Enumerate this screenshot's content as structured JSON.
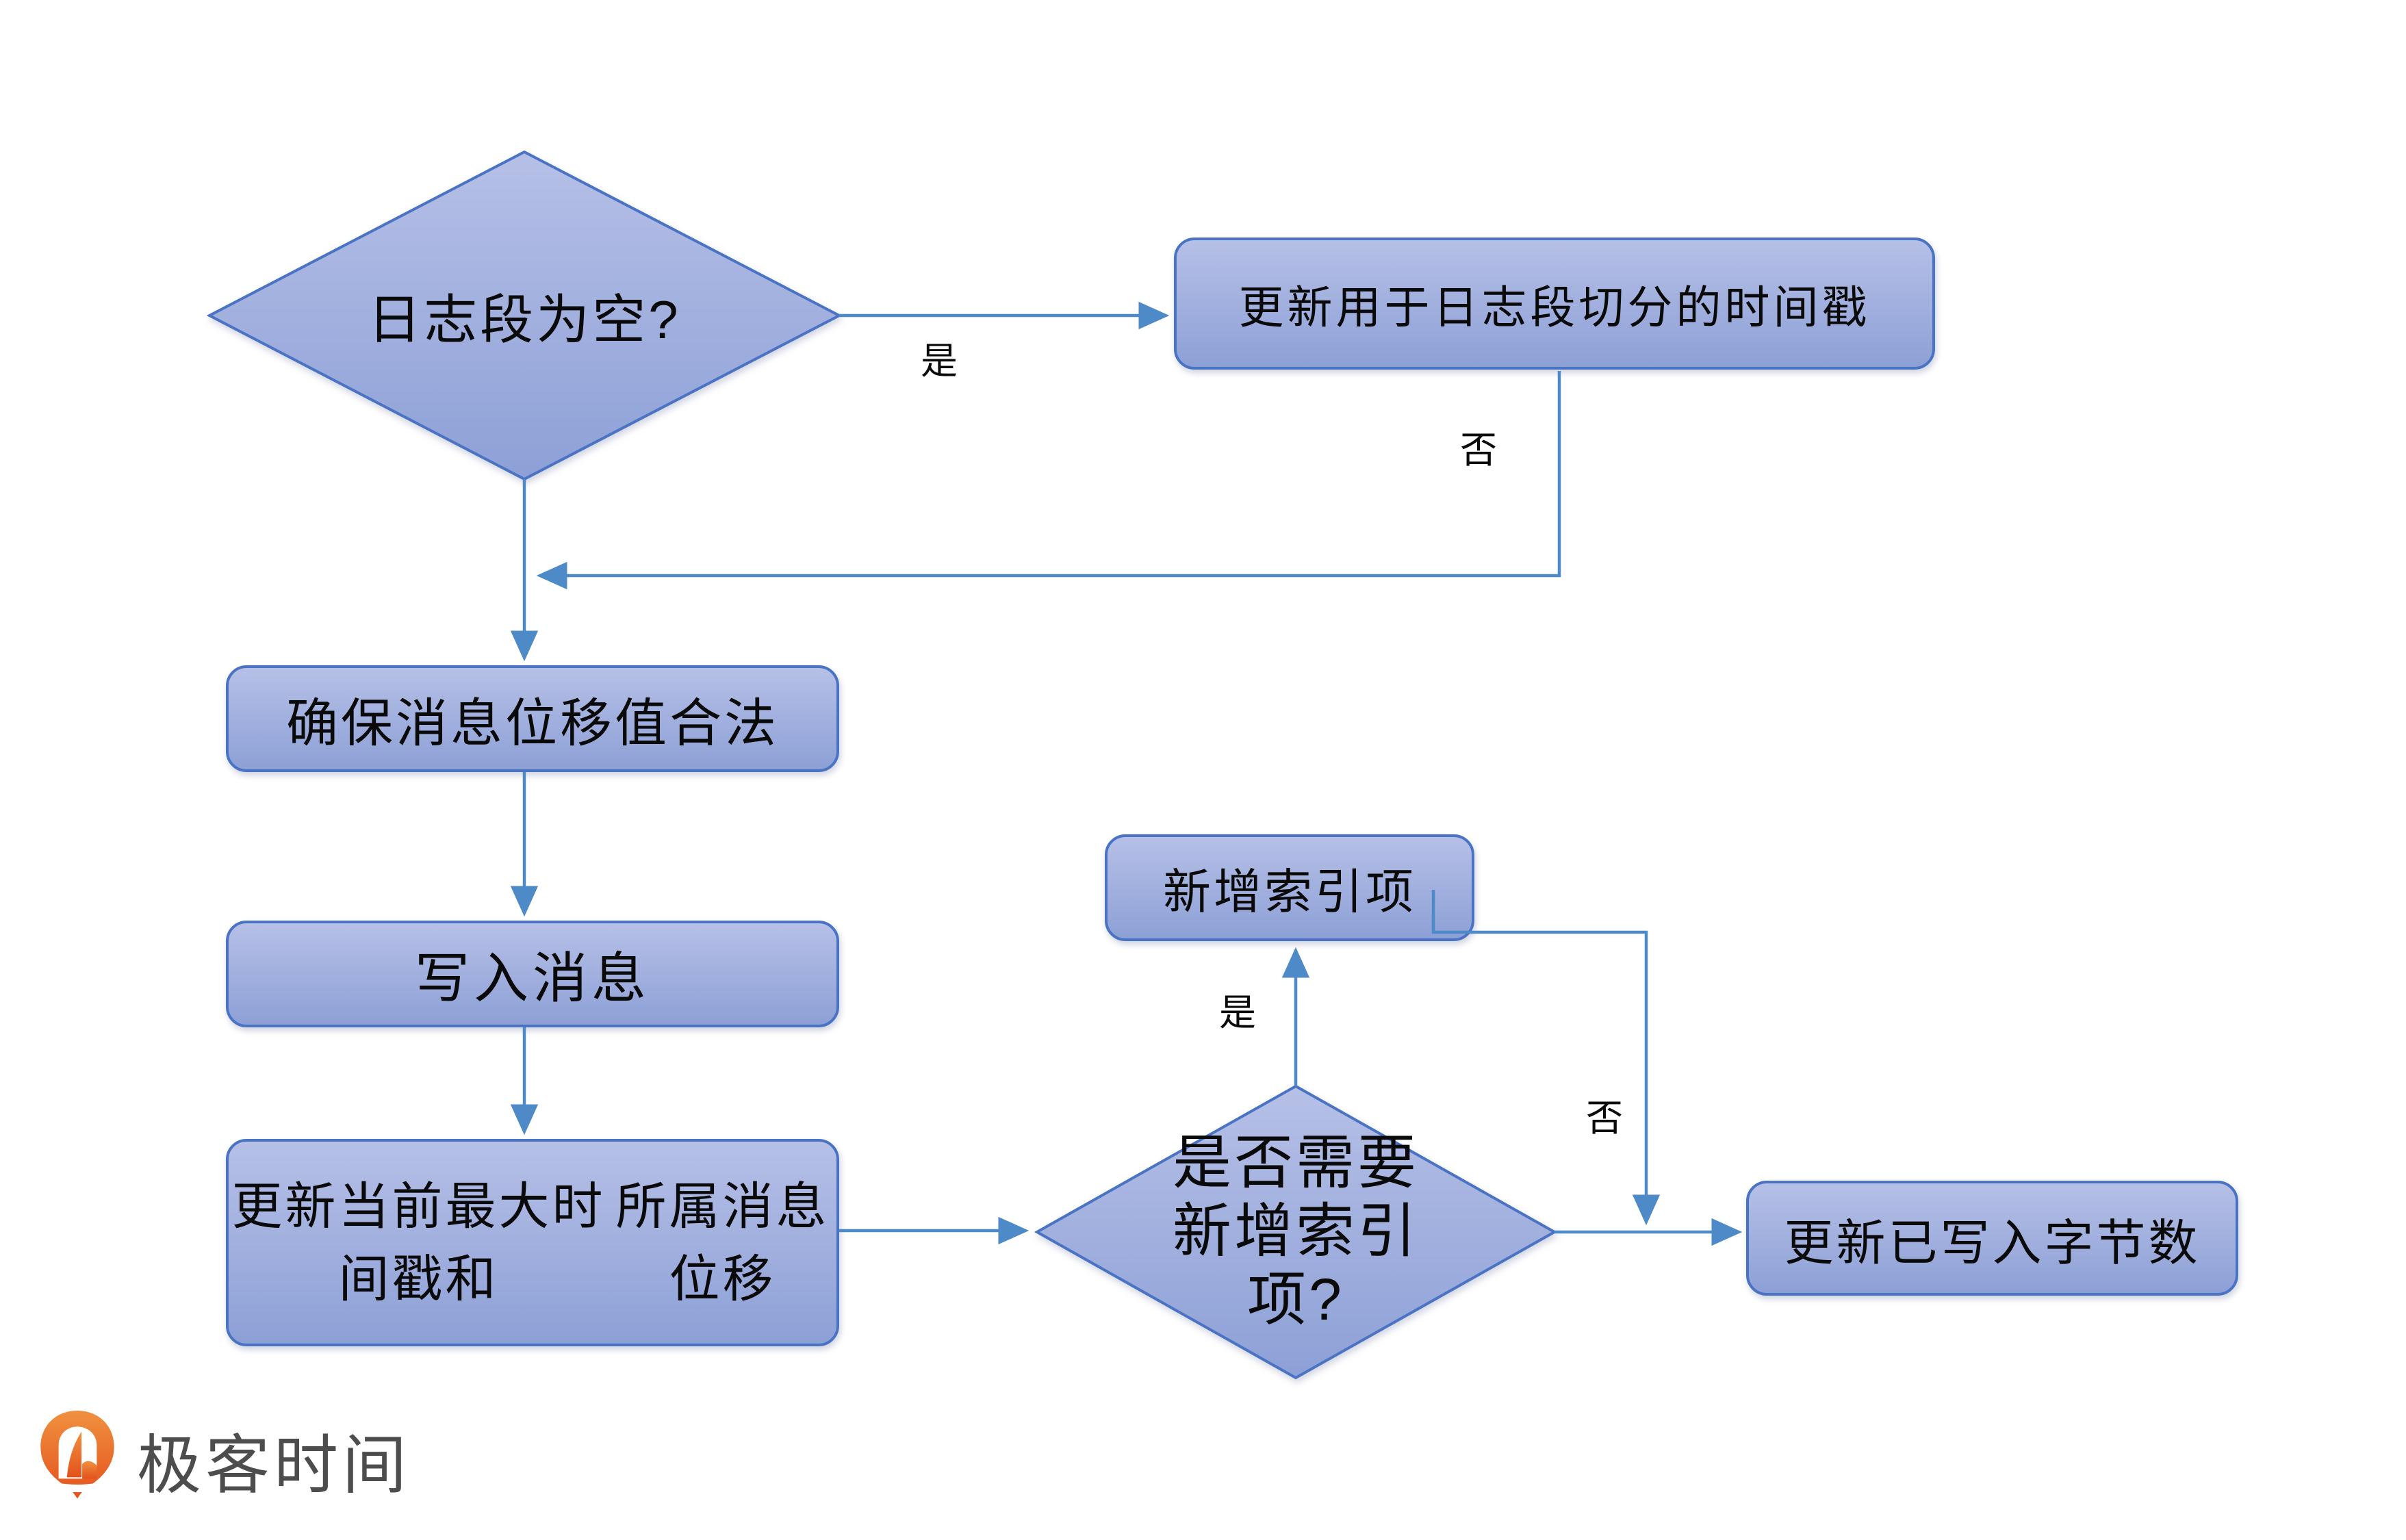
{
  "diagram": {
    "nodes": {
      "decision_log_segment_empty": {
        "label": "日志段为空?"
      },
      "update_split_timestamp": {
        "label": "更新用于日志段切分的时间戳"
      },
      "ensure_offset_valid": {
        "label": "确保消息位移值合法"
      },
      "write_messages": {
        "label": "写入消息"
      },
      "update_max_timestamp": {
        "line1": "更新当前最大时间戳和",
        "line2": "所属消息位移"
      },
      "decision_need_index": {
        "line1": "是否需要",
        "line2": "新增索引",
        "line3": "项?"
      },
      "add_index_entry": {
        "label": "新增索引项"
      },
      "update_written_bytes": {
        "label": "更新已写入字节数"
      }
    },
    "edge_labels": {
      "yes_top": "是",
      "no_top": "否",
      "yes_bottom": "是",
      "no_bottom": "否"
    }
  },
  "branding": {
    "name": "极客时间"
  },
  "colors": {
    "shape_fill_top": "#b6c0e7",
    "shape_fill_bottom": "#8da0d6",
    "shape_border": "#4a73c4",
    "connector": "#4e8ac8",
    "label_text": "#0a0a0a",
    "brand_orange_top": "#f0913f",
    "brand_orange_bottom": "#e4511c",
    "brand_text": "#4d4d4d"
  }
}
